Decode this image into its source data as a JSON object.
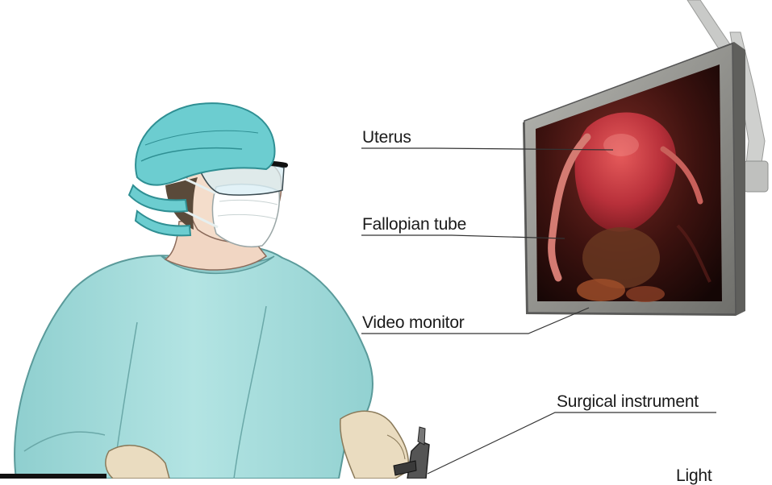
{
  "labels": {
    "uterus": "Uterus",
    "fallopian_tube": "Fallopian tube",
    "video_monitor": "Video monitor",
    "surgical_instrument": "Surgical instrument",
    "light": "Light"
  },
  "colors": {
    "gown": "#a9dedd",
    "cap": "#5fc3c6",
    "monitor_frame": "#8a8a86",
    "screen": "#3a0f0d",
    "organ": "#c0393a",
    "glove": "#eadcc0",
    "leader_line": "#333333"
  }
}
